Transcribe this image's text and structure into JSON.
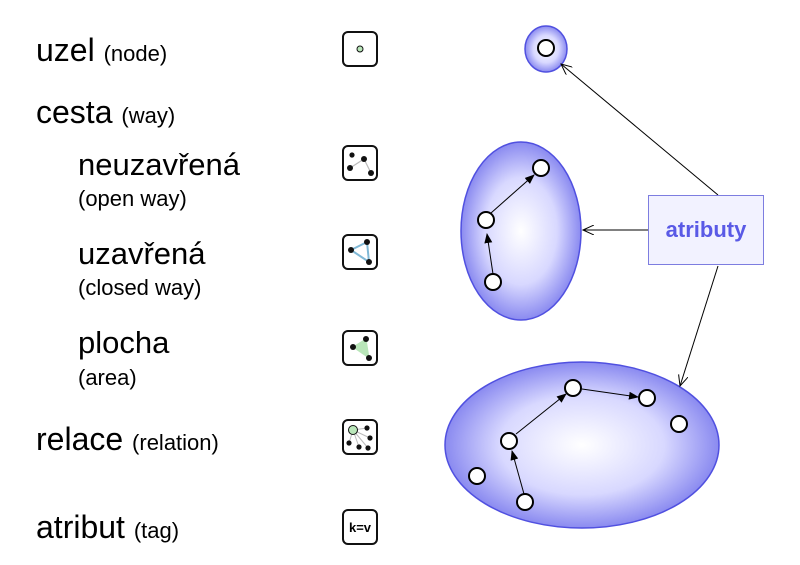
{
  "legend": {
    "node": {
      "term": "uzel",
      "gloss": "(node)"
    },
    "way": {
      "term": "cesta",
      "gloss": "(way)"
    },
    "open": {
      "term": "neuzavřená",
      "gloss": "(open way)"
    },
    "closed": {
      "term": "uzavřená",
      "gloss": "(closed way)"
    },
    "area": {
      "term": "plocha",
      "gloss": "(area)"
    },
    "relation": {
      "term": "relace",
      "gloss": "(relation)"
    },
    "tag": {
      "term": "atribut",
      "gloss": "(tag)",
      "icon_text": "k=v"
    }
  },
  "diagram": {
    "attributes_label": "atributy",
    "colors": {
      "ellipse_edge": "#5050e0",
      "ellipse_center": "#ffffff",
      "ellipse_mid": "#d8d8ff",
      "label": "#5a5ae6",
      "icon_line_closed": "#7fb8d6",
      "icon_fill_area": "#b9e6b9",
      "icon_node": "#b9e6b9"
    }
  }
}
